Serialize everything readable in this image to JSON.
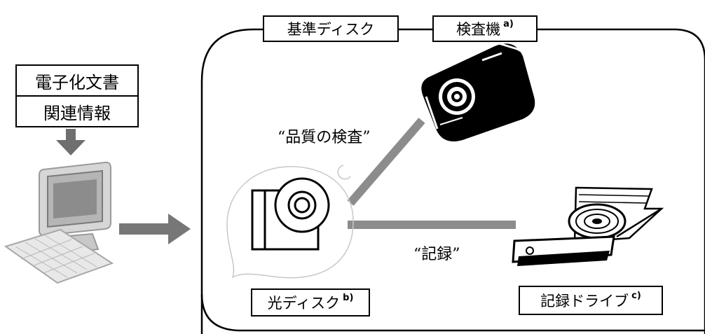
{
  "doc_box": {
    "line1": "電子化文書",
    "line2": "関連情報"
  },
  "tabs": {
    "reference_disk": "基準ディスク",
    "inspector": {
      "label": "検査機",
      "note": "a)"
    }
  },
  "captions": {
    "quality_check": "“品質の検査”",
    "record": "“記録”"
  },
  "labels": {
    "optical_disk": {
      "label": "光ディスク",
      "note": "b)"
    },
    "recording_drive": {
      "label": "記録ドライブ",
      "note": "c)"
    }
  },
  "colors": {
    "connector": "#8c8c8c",
    "arrow": "#777777",
    "outline": "#000000"
  },
  "icons": [
    "computer-icon",
    "inspector-device-icon",
    "optical-disk-icon",
    "recording-drive-icon"
  ]
}
